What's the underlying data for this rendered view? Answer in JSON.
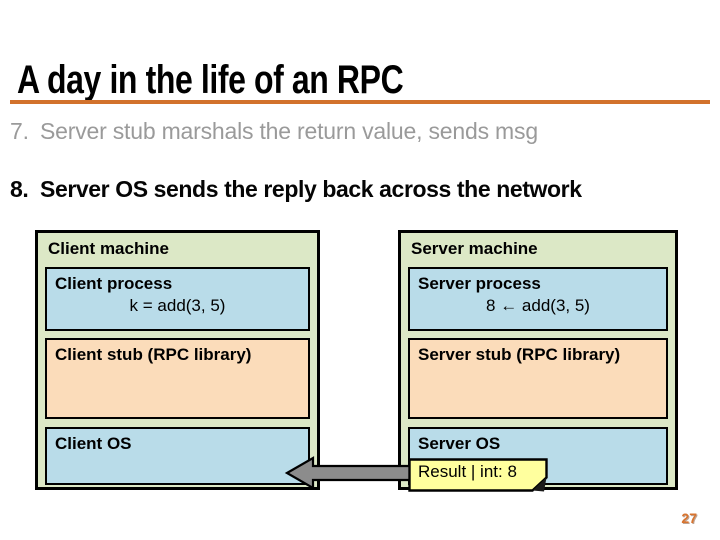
{
  "slide": {
    "title": "A day in the life of an RPC",
    "page_number": "27",
    "bullets": [
      {
        "num": "7.",
        "text": "Server stub marshals the return value, sends msg",
        "state": "done-grayed"
      },
      {
        "num": "8.",
        "text": "Server OS sends the reply back across the network",
        "state": "current-bold"
      }
    ]
  },
  "diagram": {
    "client": {
      "machine_label": "Client machine",
      "process_label": "Client process",
      "process_code": "k = add(3, 5)",
      "stub_label": "Client stub (RPC library)",
      "os_label": "Client OS"
    },
    "server": {
      "machine_label": "Server machine",
      "process_label": "Server process",
      "process_code": "8 ← add(3, 5)",
      "stub_label": "Server stub (RPC library)",
      "os_label": "Server OS"
    },
    "message_note": "Result | int: 8",
    "arrow": {
      "direction": "server-os-to-client-os",
      "style": "thick-gray-left"
    }
  },
  "colors": {
    "accent_orange": "#d2722c",
    "page_number_orange": "#d8742f",
    "machine_green": "#dce8c6",
    "layer_blue": "#b9dce9",
    "layer_peach": "#fbdcba",
    "note_yellow": "#ffff9e",
    "arrow_gray": "#8c8c8c",
    "muted_text_gray": "#9a9a9a",
    "border_black": "#000000"
  }
}
